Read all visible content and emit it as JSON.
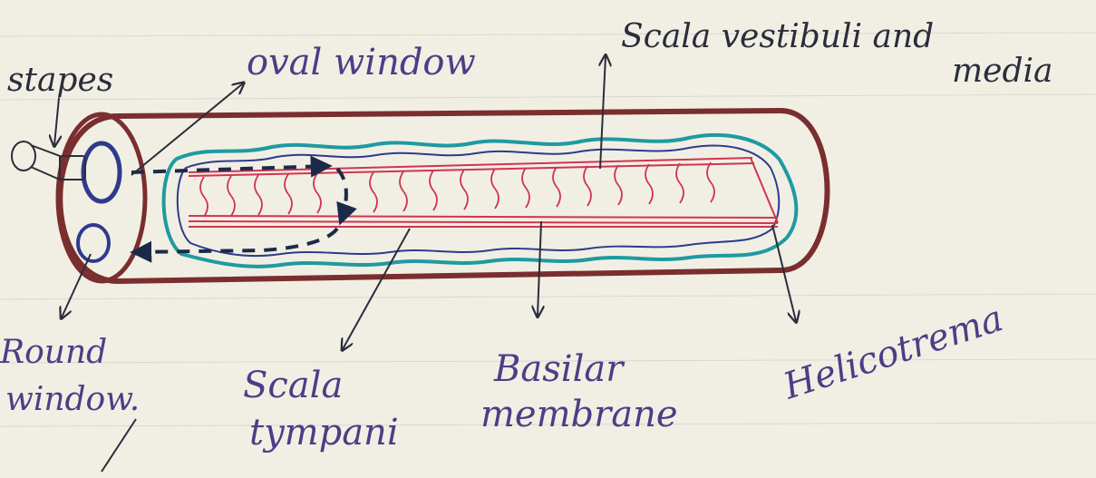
{
  "diagram": {
    "labels": {
      "stapes": "stapes",
      "oval_window": "oval window",
      "scala_vestibuli_and_media": "Scala vestibuli and media",
      "round_window": "Round window.",
      "scala_tympani": "Scala tympani",
      "basilar_membrane": "Basilar membrane",
      "helicotrema": "Helicotrema"
    },
    "colors": {
      "paper": "#f1efe4",
      "tube_outline": "#7a2e2e",
      "duct_outline": "#1f9aa0",
      "membrane": "#d1344f",
      "window_outline": "#2f3a8c",
      "arrow": "#1c2a4a",
      "label_purple": "#4a3f86",
      "label_dark": "#2b2d3a"
    }
  }
}
